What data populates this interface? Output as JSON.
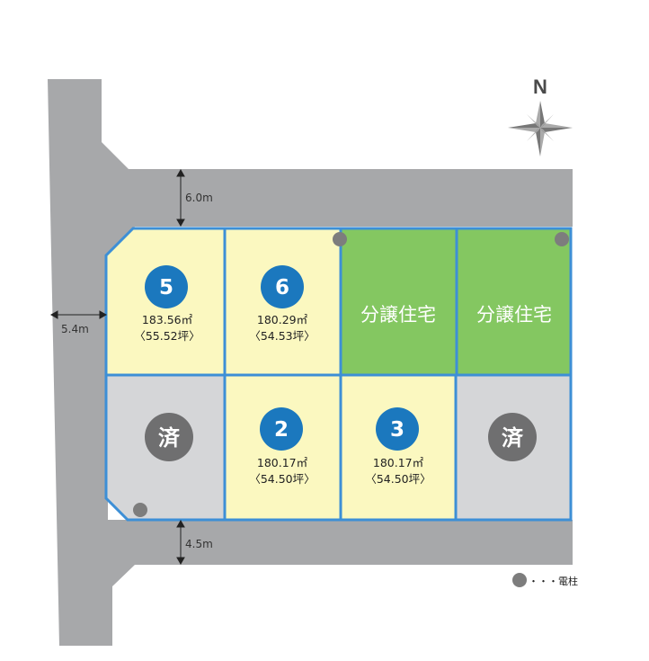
{
  "compass": {
    "label": "N"
  },
  "roads": {
    "north_width": "6.0m",
    "west_width": "5.4m",
    "south_width": "4.5m"
  },
  "lots": [
    {
      "id": "lot-5",
      "number": "5",
      "area_m2": "183.56㎡",
      "area_tsubo": "〈55.52坪〉",
      "status": "available"
    },
    {
      "id": "lot-6",
      "number": "6",
      "area_m2": "180.29㎡",
      "area_tsubo": "〈54.53坪〉",
      "status": "available"
    },
    {
      "id": "lot-2",
      "number": "2",
      "area_m2": "180.17㎡",
      "area_tsubo": "〈54.50坪〉",
      "status": "available"
    },
    {
      "id": "lot-3",
      "number": "3",
      "area_m2": "180.17㎡",
      "area_tsubo": "〈54.50坪〉",
      "status": "available"
    },
    {
      "id": "lot-house-a",
      "label": "分譲住宅",
      "status": "house-for-sale"
    },
    {
      "id": "lot-house-b",
      "label": "分譲住宅",
      "status": "house-for-sale"
    },
    {
      "id": "lot-sold-a",
      "label": "済",
      "status": "sold"
    },
    {
      "id": "lot-sold-b",
      "label": "済",
      "status": "sold"
    }
  ],
  "legend": {
    "marker": "utility-pole",
    "text": "・・・電柱"
  },
  "colors": {
    "road": "#a7a8aa",
    "available": "#fbf8c0",
    "house": "#84c761",
    "sold": "#d5d6d8",
    "lot_border": "#3d8fd6",
    "number_badge": "#1b78be",
    "sold_badge": "#6f6f70",
    "pole": "#7d7d7d"
  }
}
